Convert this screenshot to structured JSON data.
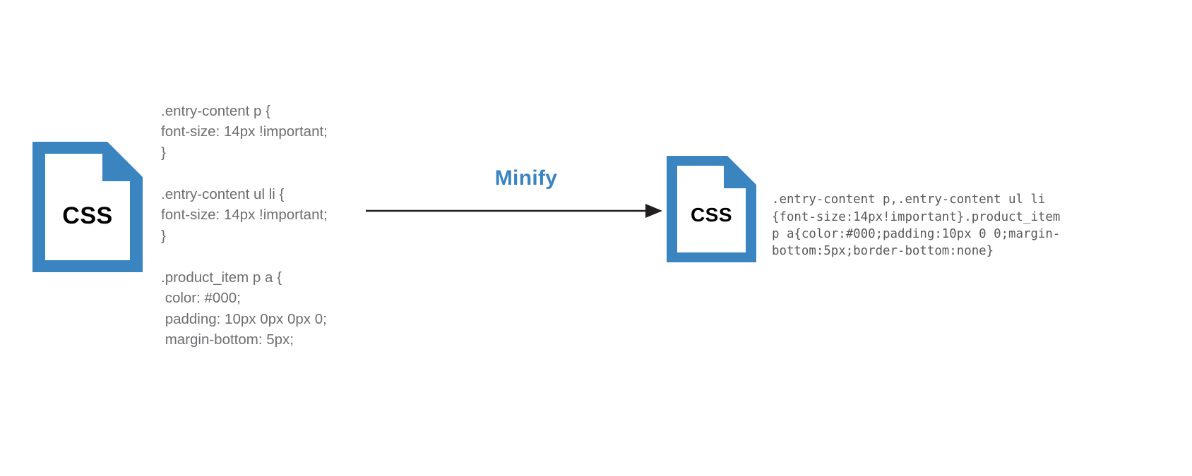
{
  "diagram": {
    "title": "CSS Minify diagram",
    "accent_color": "#3a84c0",
    "text_color": "#6d6e70",
    "mono_text_color": "#58595b",
    "background": "#ffffff"
  },
  "source": {
    "icon_label": "CSS",
    "icon_name": "css-file-icon",
    "code": ".entry-content p {\nfont-size: 14px !important;\n}\n\n.entry-content ul li {\nfont-size: 14px !important;\n}\n\n.product_item p a {\n color: #000;\n padding: 10px 0px 0px 0;\n margin-bottom: 5px;"
  },
  "transform": {
    "label": "Minify",
    "arrow_name": "right-arrow-icon",
    "arrow_color": "#231f20"
  },
  "result": {
    "icon_label": "CSS",
    "icon_name": "css-file-icon",
    "code": ".entry-content p,.entry-content ul li\n{font-size:14px!important}.product_item\np a{color:#000;padding:10px 0 0;margin-\nbottom:5px;border-bottom:none}"
  }
}
